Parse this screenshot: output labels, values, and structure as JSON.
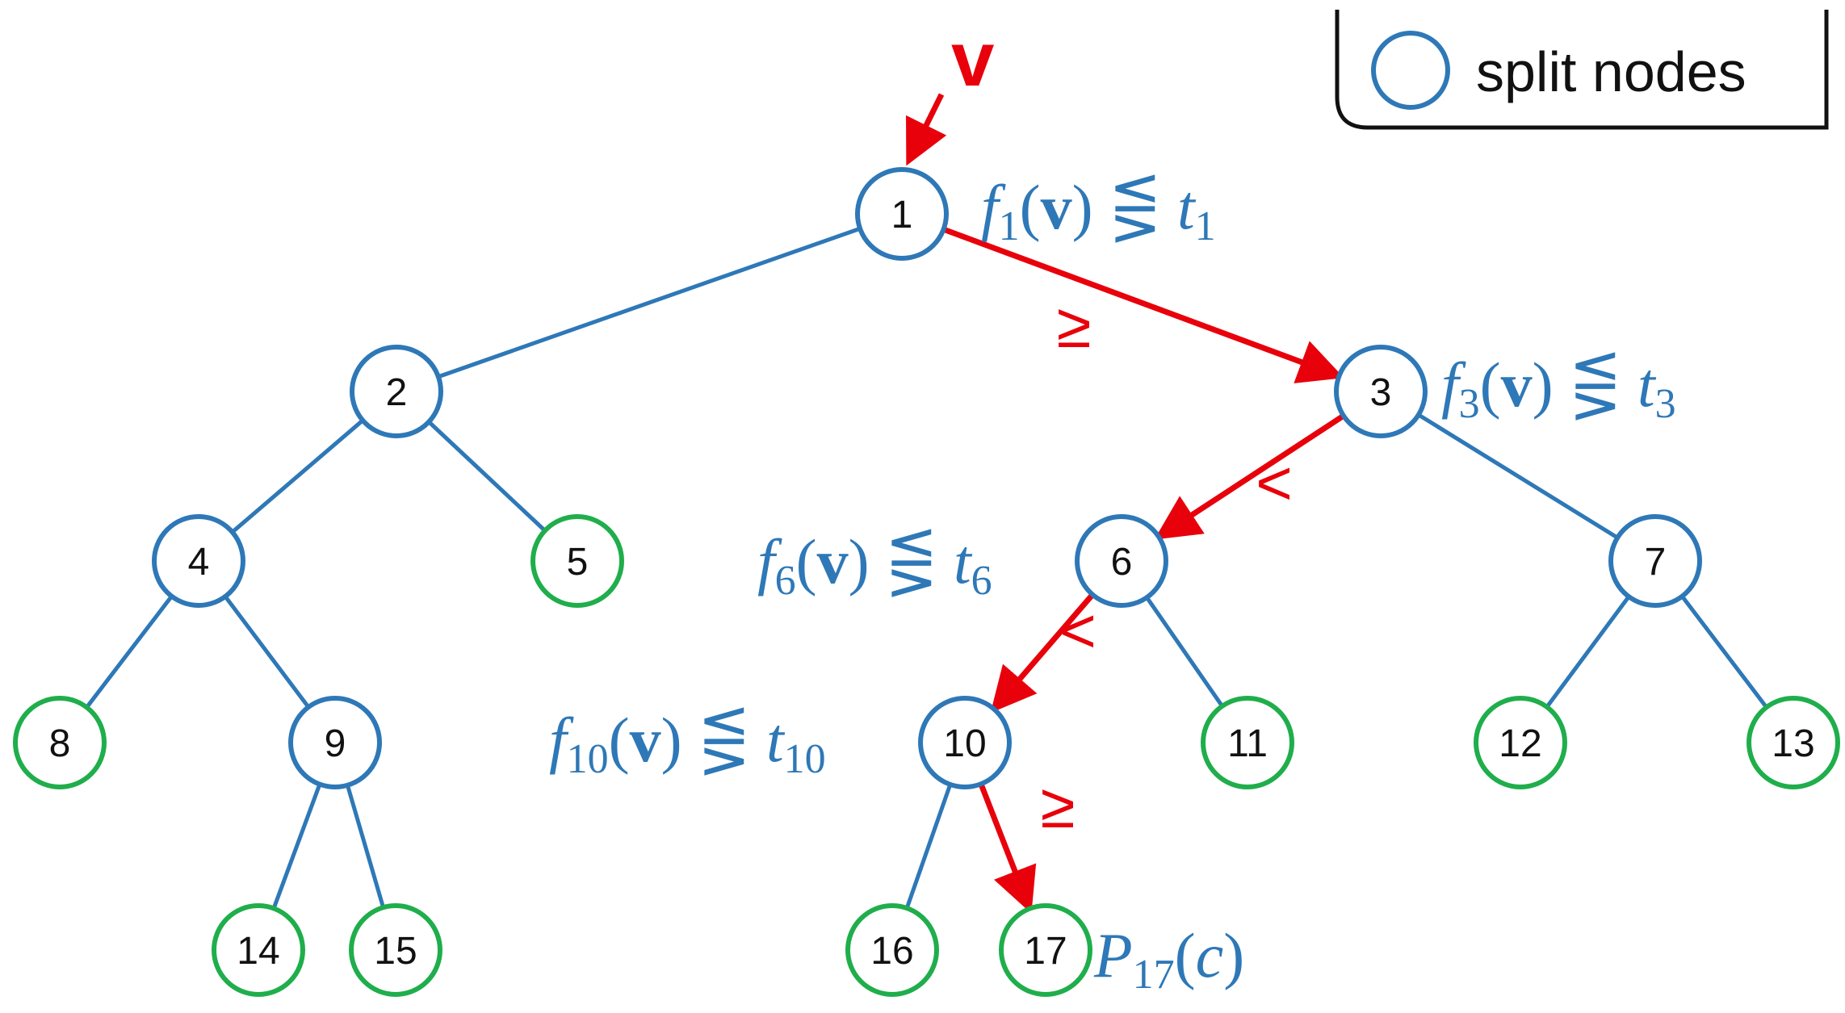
{
  "colors": {
    "split_stroke": "#2e78b7",
    "leaf_stroke": "#1fae4b",
    "path_red": "#e8000b",
    "text_dark": "#111111"
  },
  "input_label": "v",
  "legend": {
    "label": "split nodes",
    "icon": "circle-icon"
  },
  "nodes": [
    {
      "id": 1,
      "label": "1",
      "type": "split"
    },
    {
      "id": 2,
      "label": "2",
      "type": "split"
    },
    {
      "id": 3,
      "label": "3",
      "type": "split"
    },
    {
      "id": 4,
      "label": "4",
      "type": "split"
    },
    {
      "id": 5,
      "label": "5",
      "type": "leaf"
    },
    {
      "id": 6,
      "label": "6",
      "type": "split"
    },
    {
      "id": 7,
      "label": "7",
      "type": "split"
    },
    {
      "id": 8,
      "label": "8",
      "type": "leaf"
    },
    {
      "id": 9,
      "label": "9",
      "type": "split"
    },
    {
      "id": 10,
      "label": "10",
      "type": "split"
    },
    {
      "id": 11,
      "label": "11",
      "type": "leaf"
    },
    {
      "id": 12,
      "label": "12",
      "type": "leaf"
    },
    {
      "id": 13,
      "label": "13",
      "type": "leaf"
    },
    {
      "id": 14,
      "label": "14",
      "type": "leaf"
    },
    {
      "id": 15,
      "label": "15",
      "type": "leaf"
    },
    {
      "id": 16,
      "label": "16",
      "type": "leaf"
    },
    {
      "id": 17,
      "label": "17",
      "type": "leaf"
    }
  ],
  "edges": [
    {
      "from": 1,
      "to": 2,
      "on_path": false
    },
    {
      "from": 1,
      "to": 3,
      "on_path": true,
      "relation": "≥"
    },
    {
      "from": 2,
      "to": 4,
      "on_path": false
    },
    {
      "from": 2,
      "to": 5,
      "on_path": false
    },
    {
      "from": 3,
      "to": 6,
      "on_path": true,
      "relation": "<"
    },
    {
      "from": 3,
      "to": 7,
      "on_path": false
    },
    {
      "from": 4,
      "to": 8,
      "on_path": false
    },
    {
      "from": 4,
      "to": 9,
      "on_path": false
    },
    {
      "from": 6,
      "to": 10,
      "on_path": true,
      "relation": "<"
    },
    {
      "from": 6,
      "to": 11,
      "on_path": false
    },
    {
      "from": 7,
      "to": 12,
      "on_path": false
    },
    {
      "from": 7,
      "to": 13,
      "on_path": false
    },
    {
      "from": 9,
      "to": 14,
      "on_path": false
    },
    {
      "from": 9,
      "to": 15,
      "on_path": false
    },
    {
      "from": 10,
      "to": 16,
      "on_path": false
    },
    {
      "from": 10,
      "to": 17,
      "on_path": true,
      "relation": "≥"
    }
  ],
  "split_tests": [
    {
      "node": 1,
      "f": "f",
      "sub": "1",
      "arg": "v",
      "rel": "⋚",
      "t": "t",
      "tsub": "1"
    },
    {
      "node": 3,
      "f": "f",
      "sub": "3",
      "arg": "v",
      "rel": "⋚",
      "t": "t",
      "tsub": "3"
    },
    {
      "node": 6,
      "f": "f",
      "sub": "6",
      "arg": "v",
      "rel": "⋚",
      "t": "t",
      "tsub": "6"
    },
    {
      "node": 10,
      "f": "f",
      "sub": "10",
      "arg": "v",
      "rel": "⋚",
      "t": "t",
      "tsub": "10"
    }
  ],
  "leaf_output": {
    "node": 17,
    "P": "P",
    "sub": "17",
    "arg": "c"
  }
}
